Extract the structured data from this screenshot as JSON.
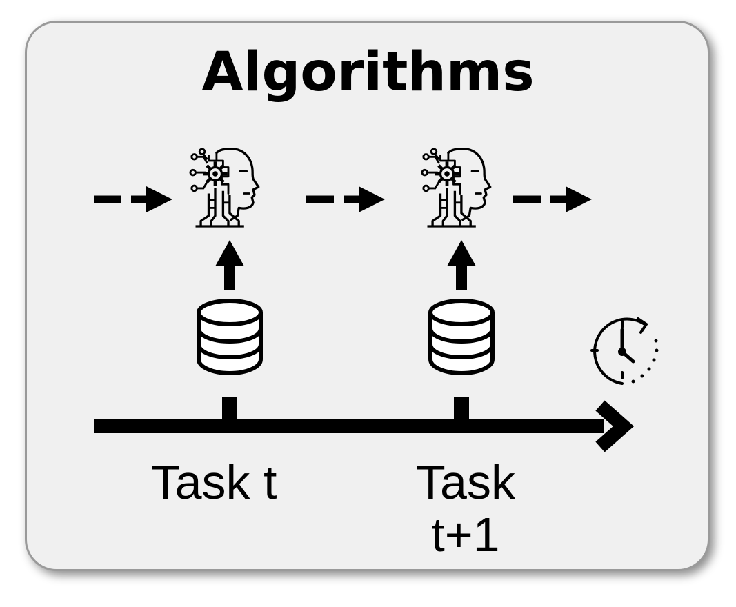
{
  "title": "Algorithms",
  "tasks": [
    {
      "label": "Task t"
    },
    {
      "label": "Task\nt+1"
    }
  ],
  "icons": {
    "model": "ai-robot-head-icon",
    "data": "database-icon",
    "time": "clock-history-icon"
  },
  "colors": {
    "card_background": "#f0f0f0",
    "card_border": "#9a9a9a",
    "ink": "#000000"
  }
}
